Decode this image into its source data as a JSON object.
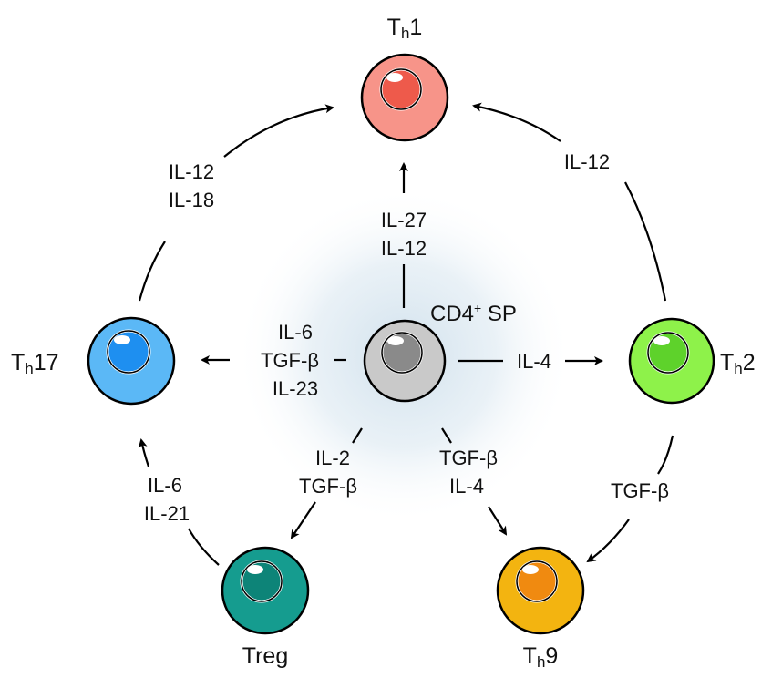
{
  "center": {
    "label_main": "CD4",
    "label_sup": "+",
    "label_rest": " SP",
    "color": "#c9c9c9",
    "nucleus_color": "#8a8a8a",
    "glow_color": "#cfe0ec"
  },
  "cells": {
    "th1": {
      "prefix": "T",
      "sub": "h",
      "suffix": "1",
      "color": "#f79489",
      "nucleus_color": "#ee5a4b"
    },
    "th2": {
      "prefix": "T",
      "sub": "h",
      "suffix": "2",
      "color": "#8ef24a",
      "nucleus_color": "#5ed22b"
    },
    "th17": {
      "prefix": "T",
      "sub": "h",
      "suffix": "17",
      "color": "#5bb8f6",
      "nucleus_color": "#1e8ff0"
    },
    "treg": {
      "prefix": "Treg",
      "sub": "",
      "suffix": "",
      "color": "#159c8f",
      "nucleus_color": "#0d8478"
    },
    "th9": {
      "prefix": "T",
      "sub": "h",
      "suffix": "9",
      "color": "#f3b410",
      "nucleus_color": "#f08a10"
    }
  },
  "cytokines": {
    "to_th1": [
      "IL-27",
      "IL-12"
    ],
    "to_th2": [
      "IL-4"
    ],
    "to_th17": [
      "IL-6",
      "TGF-β",
      "IL-23"
    ],
    "to_treg": [
      "IL-2",
      "TGF-β"
    ],
    "to_th9": [
      "TGF-β",
      "IL-4"
    ],
    "th17_to_th1": [
      "IL-12",
      "IL-18"
    ],
    "th2_to_th1": [
      "IL-12"
    ],
    "treg_to_th17": [
      "IL-6",
      "IL-21"
    ],
    "th2_to_th9": [
      "TGF-β"
    ]
  }
}
